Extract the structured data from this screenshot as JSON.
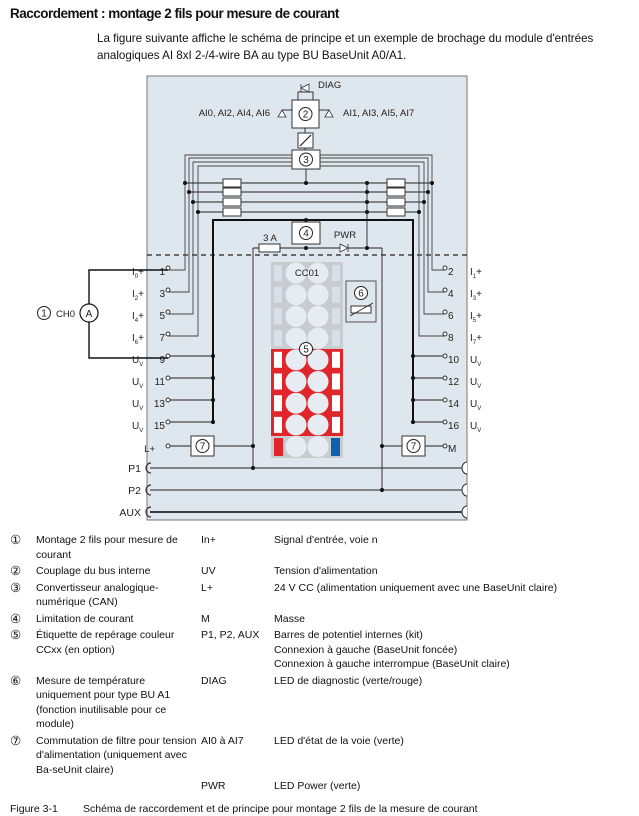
{
  "title": "Raccordement : montage 2 fils pour mesure de courant",
  "intro": "La figure suivante affiche le schéma de principe et un exemple de brochage du module d'entrées analogiques AI 8xI 2-/4-wire BA au type BU BaseUnit A0/A1.",
  "diagram": {
    "diag": "DIAG",
    "ai_even": "AI0, AI2, AI4, AI6",
    "ai_odd": "AI1, AI3, AI5, AI7",
    "fuse": "3 A",
    "pwr": "PWR",
    "cc": "CC01",
    "ch": "CH0",
    "ammeter": "A",
    "markers": [
      "1",
      "2",
      "3",
      "4",
      "5",
      "6",
      "7"
    ],
    "left_terminals": [
      {
        "num": "1",
        "label": "I",
        "sub": "0",
        "suffix": "+"
      },
      {
        "num": "3",
        "label": "I",
        "sub": "2",
        "suffix": "+"
      },
      {
        "num": "5",
        "label": "I",
        "sub": "4",
        "suffix": "+"
      },
      {
        "num": "7",
        "label": "I",
        "sub": "6",
        "suffix": "+"
      },
      {
        "num": "9",
        "label": "U",
        "sub": "V",
        "suffix": ""
      },
      {
        "num": "11",
        "label": "U",
        "sub": "V",
        "suffix": ""
      },
      {
        "num": "13",
        "label": "U",
        "sub": "V",
        "suffix": ""
      },
      {
        "num": "15",
        "label": "U",
        "sub": "V",
        "suffix": ""
      }
    ],
    "right_terminals": [
      {
        "num": "2",
        "label": "I",
        "sub": "1",
        "suffix": "+"
      },
      {
        "num": "4",
        "label": "I",
        "sub": "3",
        "suffix": "+"
      },
      {
        "num": "6",
        "label": "I",
        "sub": "5",
        "suffix": "+"
      },
      {
        "num": "8",
        "label": "I",
        "sub": "7",
        "suffix": "+"
      },
      {
        "num": "10",
        "label": "U",
        "sub": "V",
        "suffix": ""
      },
      {
        "num": "12",
        "label": "U",
        "sub": "V",
        "suffix": ""
      },
      {
        "num": "14",
        "label": "U",
        "sub": "V",
        "suffix": ""
      },
      {
        "num": "16",
        "label": "U",
        "sub": "V",
        "suffix": ""
      }
    ],
    "lplus": "L+",
    "m": "M",
    "bars": [
      "P1",
      "P2",
      "AUX"
    ],
    "colors": {
      "background": "#dfe7ee",
      "label_red": "#e0262b",
      "label_blue": "#1060b0",
      "label_gray": "#c8ccd0"
    }
  },
  "legend": [
    {
      "marker": "①",
      "text": "Montage 2 fils pour mesure de courant",
      "code": "In+",
      "desc": "Signal d'entrée, voie n"
    },
    {
      "marker": "②",
      "text": "Couplage du bus interne",
      "code": "UV",
      "desc": "Tension d'alimentation"
    },
    {
      "marker": "③",
      "text": "Convertisseur analogique-numérique (CAN)",
      "code": "L+",
      "desc": "24 V CC (alimentation uniquement avec une BaseUnit claire)"
    },
    {
      "marker": "④",
      "text": "Limitation de courant",
      "code": "M",
      "desc": "Masse"
    },
    {
      "marker": "⑤",
      "text": "Étiquette de repérage couleur CCxx (en option)",
      "code": "P1, P2, AUX",
      "desc": "Barres de potentiel internes (kit)",
      "desc2": "Connexion à gauche (BaseUnit foncée)",
      "desc3": "Connexion à gauche interrompue (BaseUnit claire)"
    },
    {
      "marker": "⑥",
      "text": "Mesure de température uniquement pour type BU A1 (fonction inutilisable pour ce module)",
      "code": "DIAG",
      "desc": "LED de diagnostic (verte/rouge)"
    },
    {
      "marker": "⑦",
      "text": "Commutation de filtre pour tension d'alimentation (uniquement avec Ba-seUnit claire)",
      "code": "AI0 à AI7",
      "desc": "LED d'état de la voie (verte)"
    },
    {
      "marker": "",
      "text": "",
      "code": "PWR",
      "desc": "LED Power (verte)"
    }
  ],
  "caption": {
    "number": "Figure 3-1",
    "text": "Schéma de raccordement et de principe pour montage 2 fils de la mesure de courant"
  }
}
